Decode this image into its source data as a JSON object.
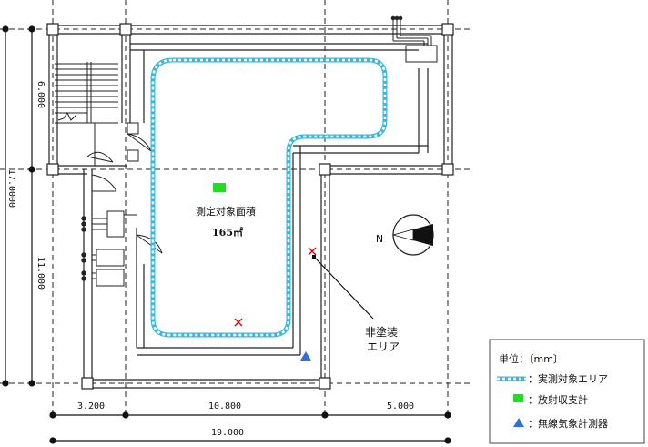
{
  "dimensions": {
    "top_left_vertical": "6.000",
    "total_vertical": "17.0000",
    "lower_left_vertical": "11.000",
    "bottom_segment_1": "3.200",
    "bottom_segment_2": "10.800",
    "bottom_segment_3": "5.000",
    "bottom_total": "19.000"
  },
  "labels": {
    "measured_area_title": "測定対象面積",
    "measured_area_value": "165㎡",
    "north": "N",
    "unpainted_area_line1": "非塗装",
    "unpainted_area_line2": "エリア"
  },
  "legend": {
    "unit_label": "単位：〔mm〕",
    "measurement_area": "：実測対象エリア",
    "radiometer": "：放射収支計",
    "weather_station": "：無線気象計測器"
  },
  "colors": {
    "hatch_cyan": "#38b8e0",
    "radiometer_green": "#22dd22",
    "weather_blue": "#2f6fd8",
    "cross_red": "#cc0000"
  }
}
